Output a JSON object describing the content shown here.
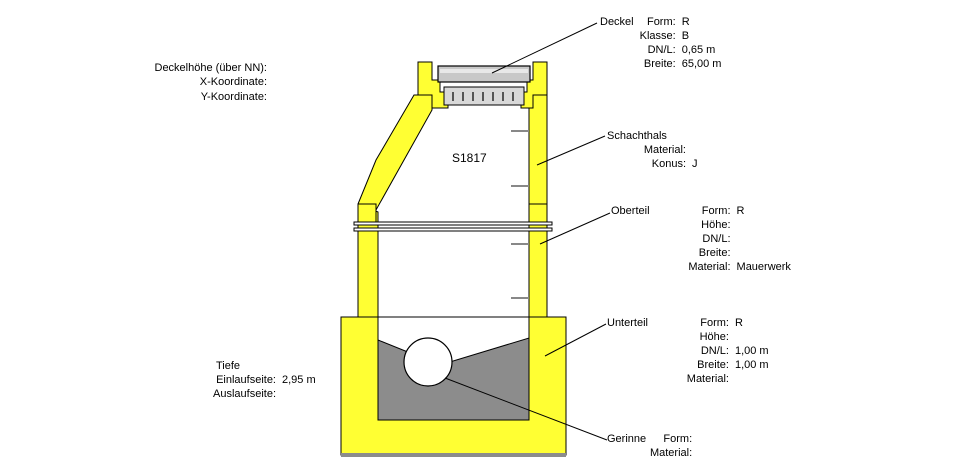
{
  "left_info": {
    "deckelhoehe_label": "Deckelhöhe (über NN):",
    "x_label": "X-Koordinate:",
    "y_label": "Y-Koordinate:"
  },
  "shaft_id": "S1817",
  "deckel": {
    "title": "Deckel",
    "rows": [
      {
        "key": "Form:",
        "value": "R"
      },
      {
        "key": "Klasse:",
        "value": "B"
      },
      {
        "key": "DN/L:",
        "value": "0,65 m"
      },
      {
        "key": "Breite:",
        "value": "65,00 m"
      }
    ]
  },
  "schachthals": {
    "title": "Schachthals",
    "rows": [
      {
        "key": "Material:",
        "value": ""
      },
      {
        "key": "Konus:",
        "value": "J"
      }
    ]
  },
  "oberteil": {
    "title": "Oberteil",
    "rows": [
      {
        "key": "Form:",
        "value": "R"
      },
      {
        "key": "Höhe:",
        "value": ""
      },
      {
        "key": "DN/L:",
        "value": ""
      },
      {
        "key": "Breite:",
        "value": ""
      },
      {
        "key": "Material:",
        "value": "Mauerwerk"
      }
    ]
  },
  "unterteil": {
    "title": "Unterteil",
    "rows": [
      {
        "key": "Form:",
        "value": "R"
      },
      {
        "key": "Höhe:",
        "value": ""
      },
      {
        "key": "DN/L:",
        "value": "1,00 m"
      },
      {
        "key": "Breite:",
        "value": "1,00 m"
      },
      {
        "key": "Material:",
        "value": ""
      }
    ]
  },
  "tiefe": {
    "title": "Tiefe",
    "rows": [
      {
        "key": "Einlaufseite:",
        "value": "2,95 m"
      },
      {
        "key": "Auslaufseite:",
        "value": ""
      }
    ]
  },
  "gerinne": {
    "title": "Gerinne",
    "rows": [
      {
        "key": "Form:",
        "value": ""
      },
      {
        "key": "Material:",
        "value": ""
      }
    ]
  },
  "colors": {
    "concrete": "#ffff33",
    "water": "#8c8c8c",
    "outline": "#000000"
  }
}
